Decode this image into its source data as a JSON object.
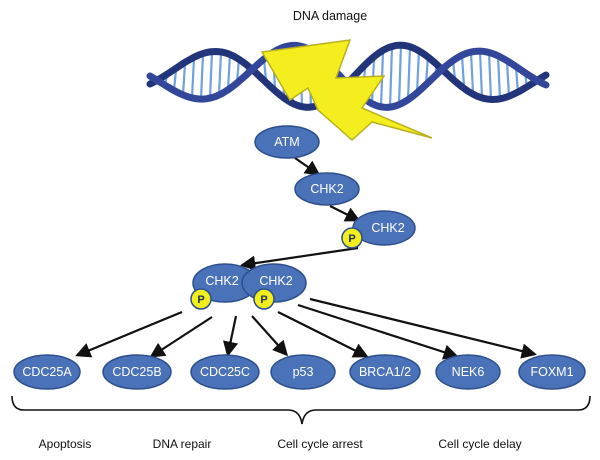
{
  "title": "DNA damage",
  "colors": {
    "node_fill": "#4a72b8",
    "node_stroke": "#2d4f8e",
    "phospho_fill": "#f2ee1c",
    "lightning": "#f5ee1e",
    "dna_strand": "#2b3f8c",
    "arrow": "#111111"
  },
  "cascade": {
    "atm": "ATM",
    "chk2_a": "CHK2",
    "chk2_b": "CHK2",
    "dimer_left": "CHK2",
    "dimer_right": "CHK2",
    "phospho": "P"
  },
  "targets": [
    "CDC25A",
    "CDC25B",
    "CDC25C",
    "p53",
    "BRCA1/2",
    "NEK6",
    "FOXM1"
  ],
  "outcomes": [
    "Apoptosis",
    "DNA repair",
    "Cell cycle arrest",
    "Cell cycle delay"
  ]
}
